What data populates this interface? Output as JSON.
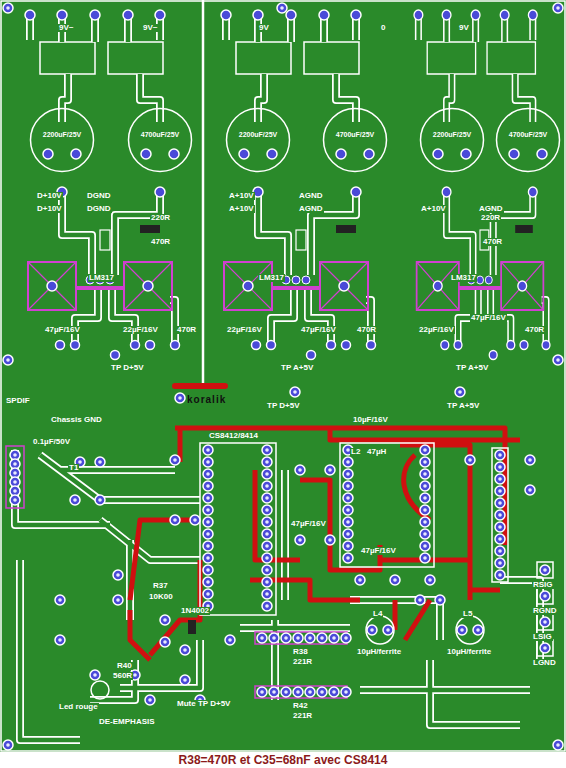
{
  "diagram": {
    "caption": "R38=470R et C35=68nF avec CS8414",
    "nodes": [
      {
        "text": [
          "2200uF/25V"
        ]
      },
      {
        "text": [
          "4700uF/25V"
        ]
      },
      {
        "text": [
          "2200uF/25V"
        ]
      },
      {
        "text": [
          "4700uF/25V"
        ]
      },
      {
        "text": [
          "2200uF/25V"
        ]
      },
      {
        "text": [
          "4700uF/25V"
        ]
      }
    ],
    "labels": [
      "9V~",
      "9V~",
      "9V",
      "0",
      "9V",
      "D+10V",
      "DGND",
      "D+10V",
      "DGND",
      "A+10V",
      "AGND",
      "A+10V",
      "AGND",
      "A+10V",
      "AGND",
      "220R",
      "470R",
      "220R",
      "470R",
      "LM317",
      "LM317",
      "LM317",
      "47µF/16V",
      "22µF/16V",
      "470R",
      "22µF/16V",
      "47µF/16V",
      "470R",
      "22µF/16V",
      "47µF/16V",
      "470R",
      "TP D+5V",
      "TP A+5V",
      "TP A+5V",
      "koralik",
      "TP D+5V",
      "TP A+5V",
      "SPDIF",
      "Chassis GND",
      "0.1µF/50V",
      "T1",
      "CS8412/8414",
      "10µF/16V",
      "L2",
      "47µH",
      "47µF/16V",
      "47µF/16V",
      "R37",
      "10K00",
      "1N4002",
      "R40",
      "560R",
      "Led rouge",
      "DE-EMPHASIS",
      "Mute TP D+5V",
      "R38",
      "221R",
      "R42",
      "221R",
      "L4",
      "10µH/ferrite",
      "L5",
      "10µH/ferrite",
      "RSIG",
      "RGND",
      "LSIG",
      "LGND"
    ]
  }
}
